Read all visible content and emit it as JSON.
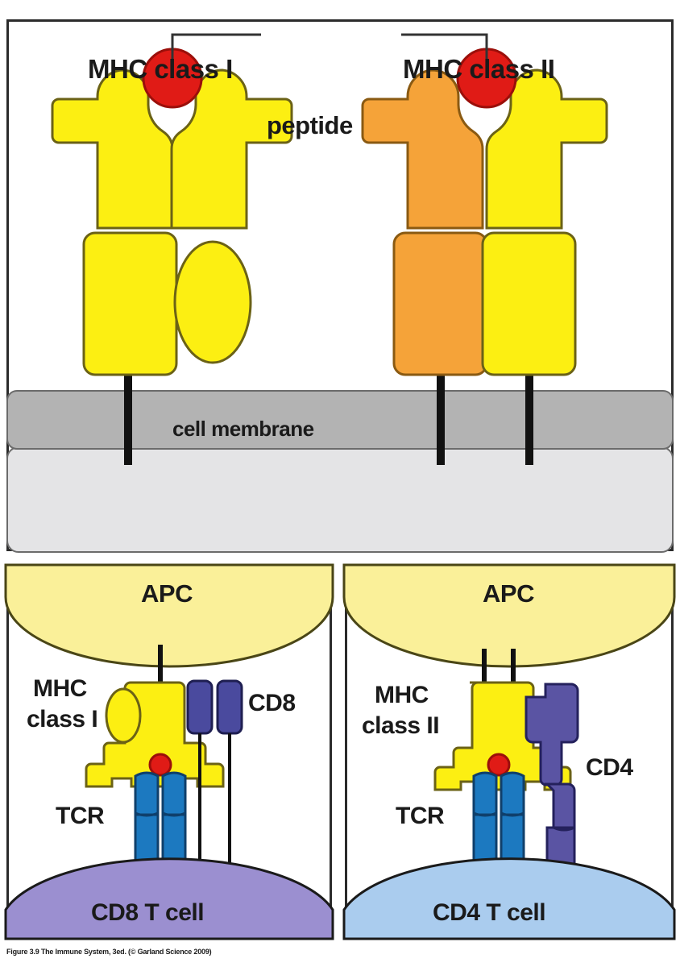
{
  "figure": {
    "caption": "Figure 3.9 The Immune System, 3ed. (© Garland Science 2009)"
  },
  "top_panel": {
    "name": "mhc-structure-panel",
    "left_title": "MHC class I",
    "right_title": "MHC class II",
    "peptide_label": "peptide",
    "membrane_label": "cell membrane"
  },
  "left_panel": {
    "name": "cd8-recognition-panel",
    "apc_label": "APC",
    "mhc_label_line1": "MHC",
    "mhc_label_line2": "class I",
    "coreceptor_label": "CD8",
    "tcr_label": "TCR",
    "tcell_label": "CD8 T cell"
  },
  "right_panel": {
    "name": "cd4-recognition-panel",
    "apc_label": "APC",
    "mhc_label_line1": "MHC",
    "mhc_label_line2": "class II",
    "coreceptor_label": "CD4",
    "tcr_label": "TCR",
    "tcell_label": "CD4 T cell"
  },
  "colors": {
    "mhc_yellow": "#FCEF12",
    "mhc_orange": "#F5A339",
    "peptide_red": "#E01B16",
    "apc_pale_yellow": "#FAF099",
    "tcr_blue": "#1C79C0",
    "cd8_purple": "#4A4A9E",
    "cd4_purple": "#5A54A3",
    "cd8_cell_purple": "#9B8FD0",
    "cd4_cell_blue": "#AACCEE",
    "membrane_gray": "#B3B3B3",
    "cytoplasm_gray": "#E4E4E6",
    "outline": "#2b2b2b",
    "shape_outline": "#6b6216"
  }
}
